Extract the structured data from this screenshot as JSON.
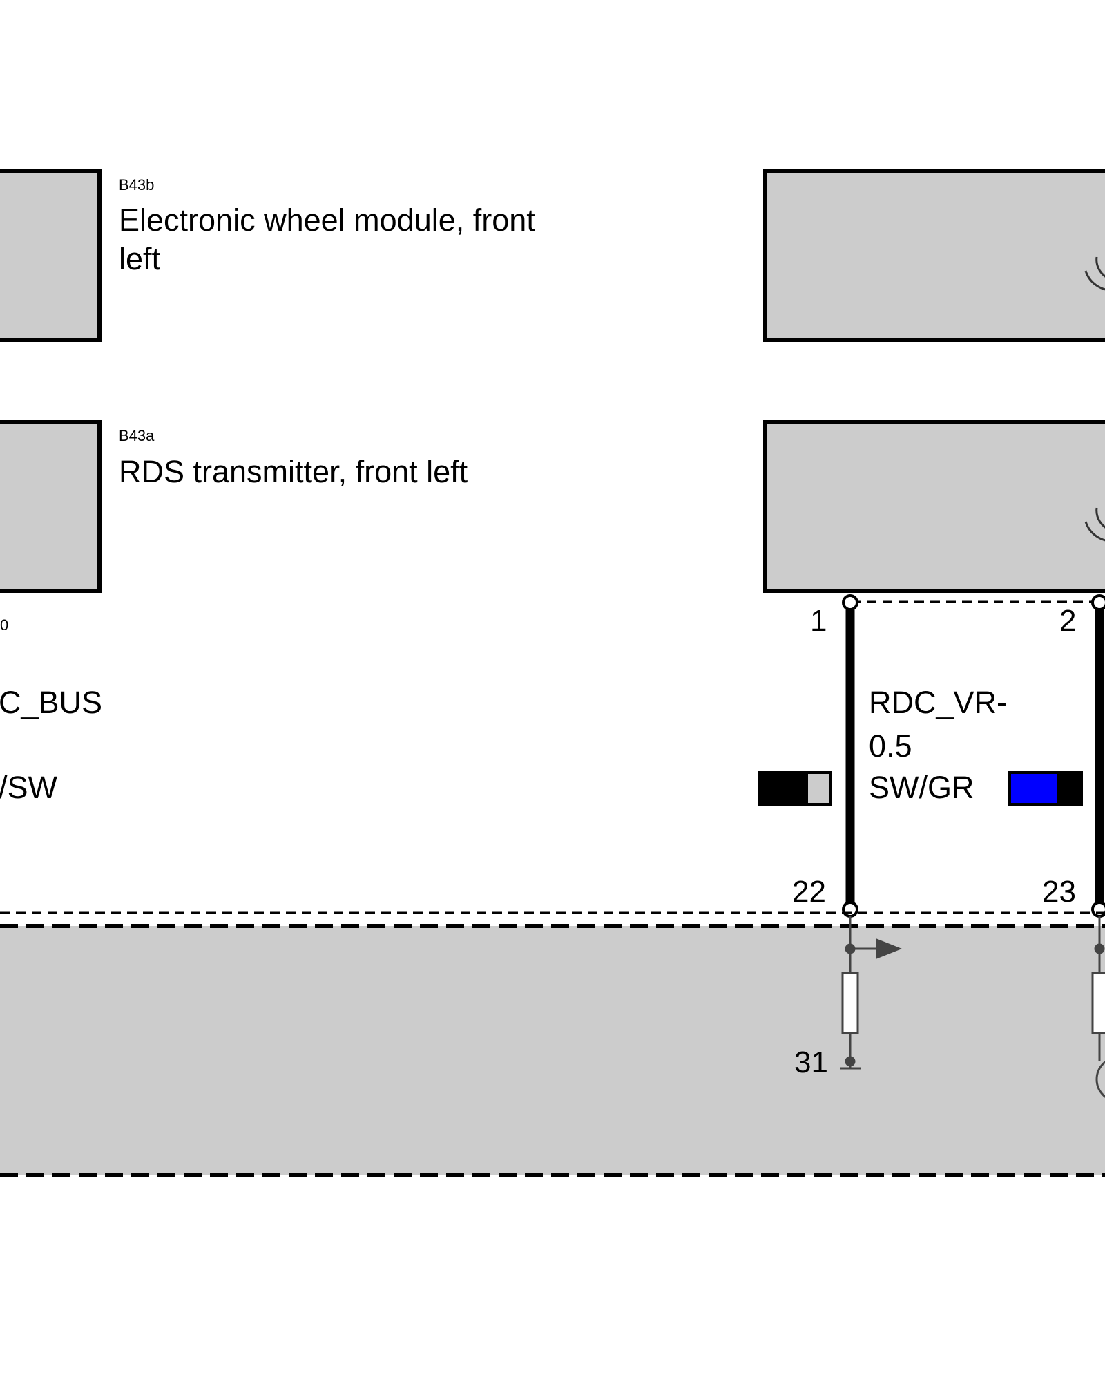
{
  "colors": {
    "component_fill": "#cccccc",
    "wire": "#000000",
    "stripe_blue": "#0000ff",
    "stripe_grey": "#cccccc",
    "circuit_line": "#444444"
  },
  "components": [
    {
      "code": "B43b",
      "name_line1": "Electronic wheel module, front",
      "name_line2": "left"
    },
    {
      "code": "B43a",
      "name_line1": "RDS transmitter, front left"
    }
  ],
  "right_components": [
    {
      "has_antenna_icon": true,
      "icon": "antenna-arc-icon"
    },
    {
      "has_antenna_icon": true,
      "icon": "antenna-arc-icon"
    }
  ],
  "left_partial": {
    "pin_fragment": "0",
    "signal_fragment": "C_BUS",
    "color_fragment": "/SW"
  },
  "wires": [
    {
      "pin_top": "1",
      "pin_bottom": "22",
      "color_code_indicator": {
        "stripes": [
          "black",
          "grey"
        ]
      }
    },
    {
      "pin_top": "2",
      "pin_bottom": "23",
      "signal": "RDC_VR-",
      "cross_section": "0.5",
      "color": "SW/GR",
      "color_code_indicator": {
        "stripes": [
          "blue",
          "black"
        ]
      }
    }
  ],
  "control_unit": {
    "ground_label": "31",
    "icons": [
      "arrow-right-icon",
      "resistor-icon",
      "ground-icon",
      "resistor-icon",
      "circle-symbol-icon"
    ]
  }
}
